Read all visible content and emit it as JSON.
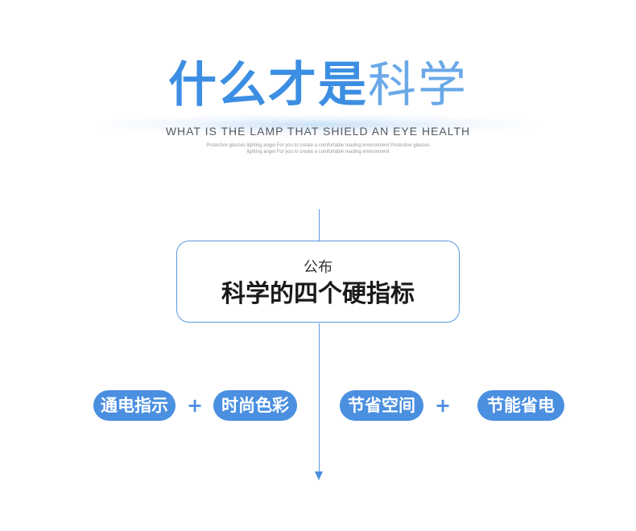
{
  "header": {
    "title_bold": "什么才是",
    "title_light": "科学",
    "subtitle": "WHAT IS THE LAMP THAT SHIELD AN EYE HEALTH",
    "small_line1": "Protective glasses lighting angel For you to create a comfortable reading environment Protective glasses",
    "small_line2": "lighting angel For you to create a comfortable reading environment"
  },
  "box": {
    "small": "公布",
    "big": "科学的四个硬指标"
  },
  "pills": [
    "通电指示",
    "时尚色彩",
    "节省空间",
    "节能省电"
  ],
  "plus_symbol": "+",
  "colors": {
    "accent": "#4a8fe0",
    "title_bold": "#3c8ee2",
    "title_light": "#6aa8e8",
    "text_dark": "#1a1a1a"
  }
}
